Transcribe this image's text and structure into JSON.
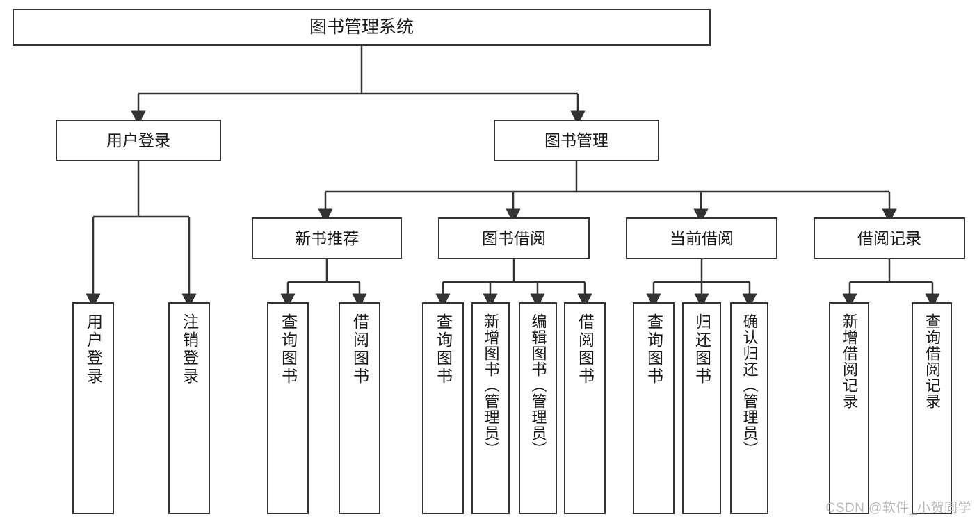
{
  "diagram": {
    "title": "图书管理系统",
    "watermark": "CSDN @软件_小贺同学",
    "colors": {
      "stroke": "#333333",
      "box_fill": "#ffffff",
      "text": "#1a1a1a",
      "watermark": "#b9b9b9",
      "background": "#ffffff"
    },
    "root": {
      "label": "图书管理系统"
    },
    "level2": [
      {
        "label": "用户登录"
      },
      {
        "label": "图书管理"
      }
    ],
    "level3": [
      {
        "label": "新书推荐"
      },
      {
        "label": "图书借阅"
      },
      {
        "label": "当前借阅"
      },
      {
        "label": "借阅记录"
      }
    ],
    "leaves": [
      {
        "label": "用户登录",
        "parent": "用户登录"
      },
      {
        "label": "注销登录",
        "parent": "用户登录"
      },
      {
        "label": "查询图书",
        "parent": "新书推荐"
      },
      {
        "label": "借阅图书",
        "parent": "新书推荐"
      },
      {
        "label": "查询图书",
        "parent": "图书借阅"
      },
      {
        "label": "新增图书（管理员）",
        "parent": "图书借阅"
      },
      {
        "label": "编辑图书（管理员）",
        "parent": "图书借阅"
      },
      {
        "label": "借阅图书",
        "parent": "图书借阅"
      },
      {
        "label": "查询图书",
        "parent": "当前借阅"
      },
      {
        "label": "归还图书",
        "parent": "当前借阅"
      },
      {
        "label": "确认归还（管理员）",
        "parent": "当前借阅"
      },
      {
        "label": "新增借阅记录",
        "parent": "借阅记录"
      },
      {
        "label": "查询借阅记录",
        "parent": "借阅记录"
      }
    ]
  }
}
